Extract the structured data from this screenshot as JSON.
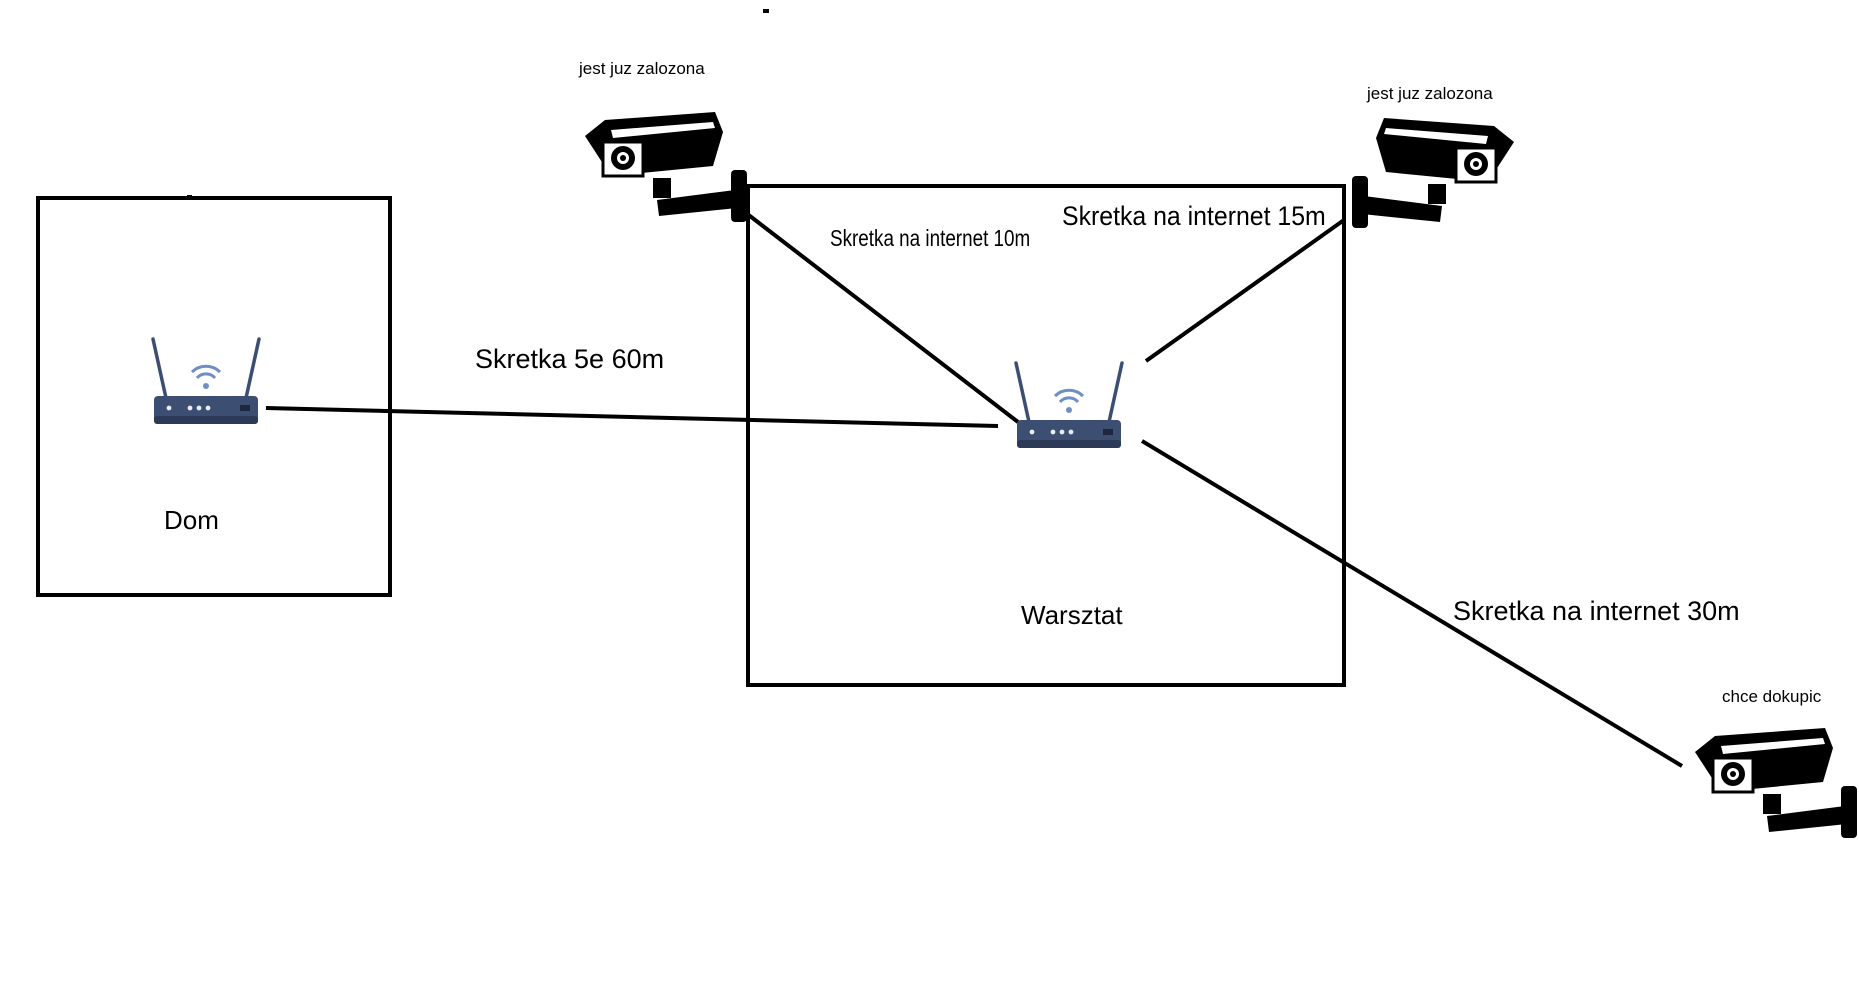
{
  "buildings": {
    "dom": "Dom",
    "warsztat": "Warsztat"
  },
  "cables": {
    "main": "Skretka 5e 60m",
    "cam1": "Skretka na internet 10m",
    "cam2": "Skretka na internet 15m",
    "cam3": "Skretka na internet 30m"
  },
  "cameras": {
    "cam1_status": "jest juz zalozona",
    "cam2_status": "jest juz zalozona",
    "cam3_status": "chce dokupic"
  },
  "icons": {
    "router": "router-icon",
    "camera": "security-camera-icon"
  },
  "colors": {
    "line": "#000000",
    "router_body": "#3d4e73",
    "router_wifi": "#6f8fc4",
    "camera": "#000000"
  }
}
